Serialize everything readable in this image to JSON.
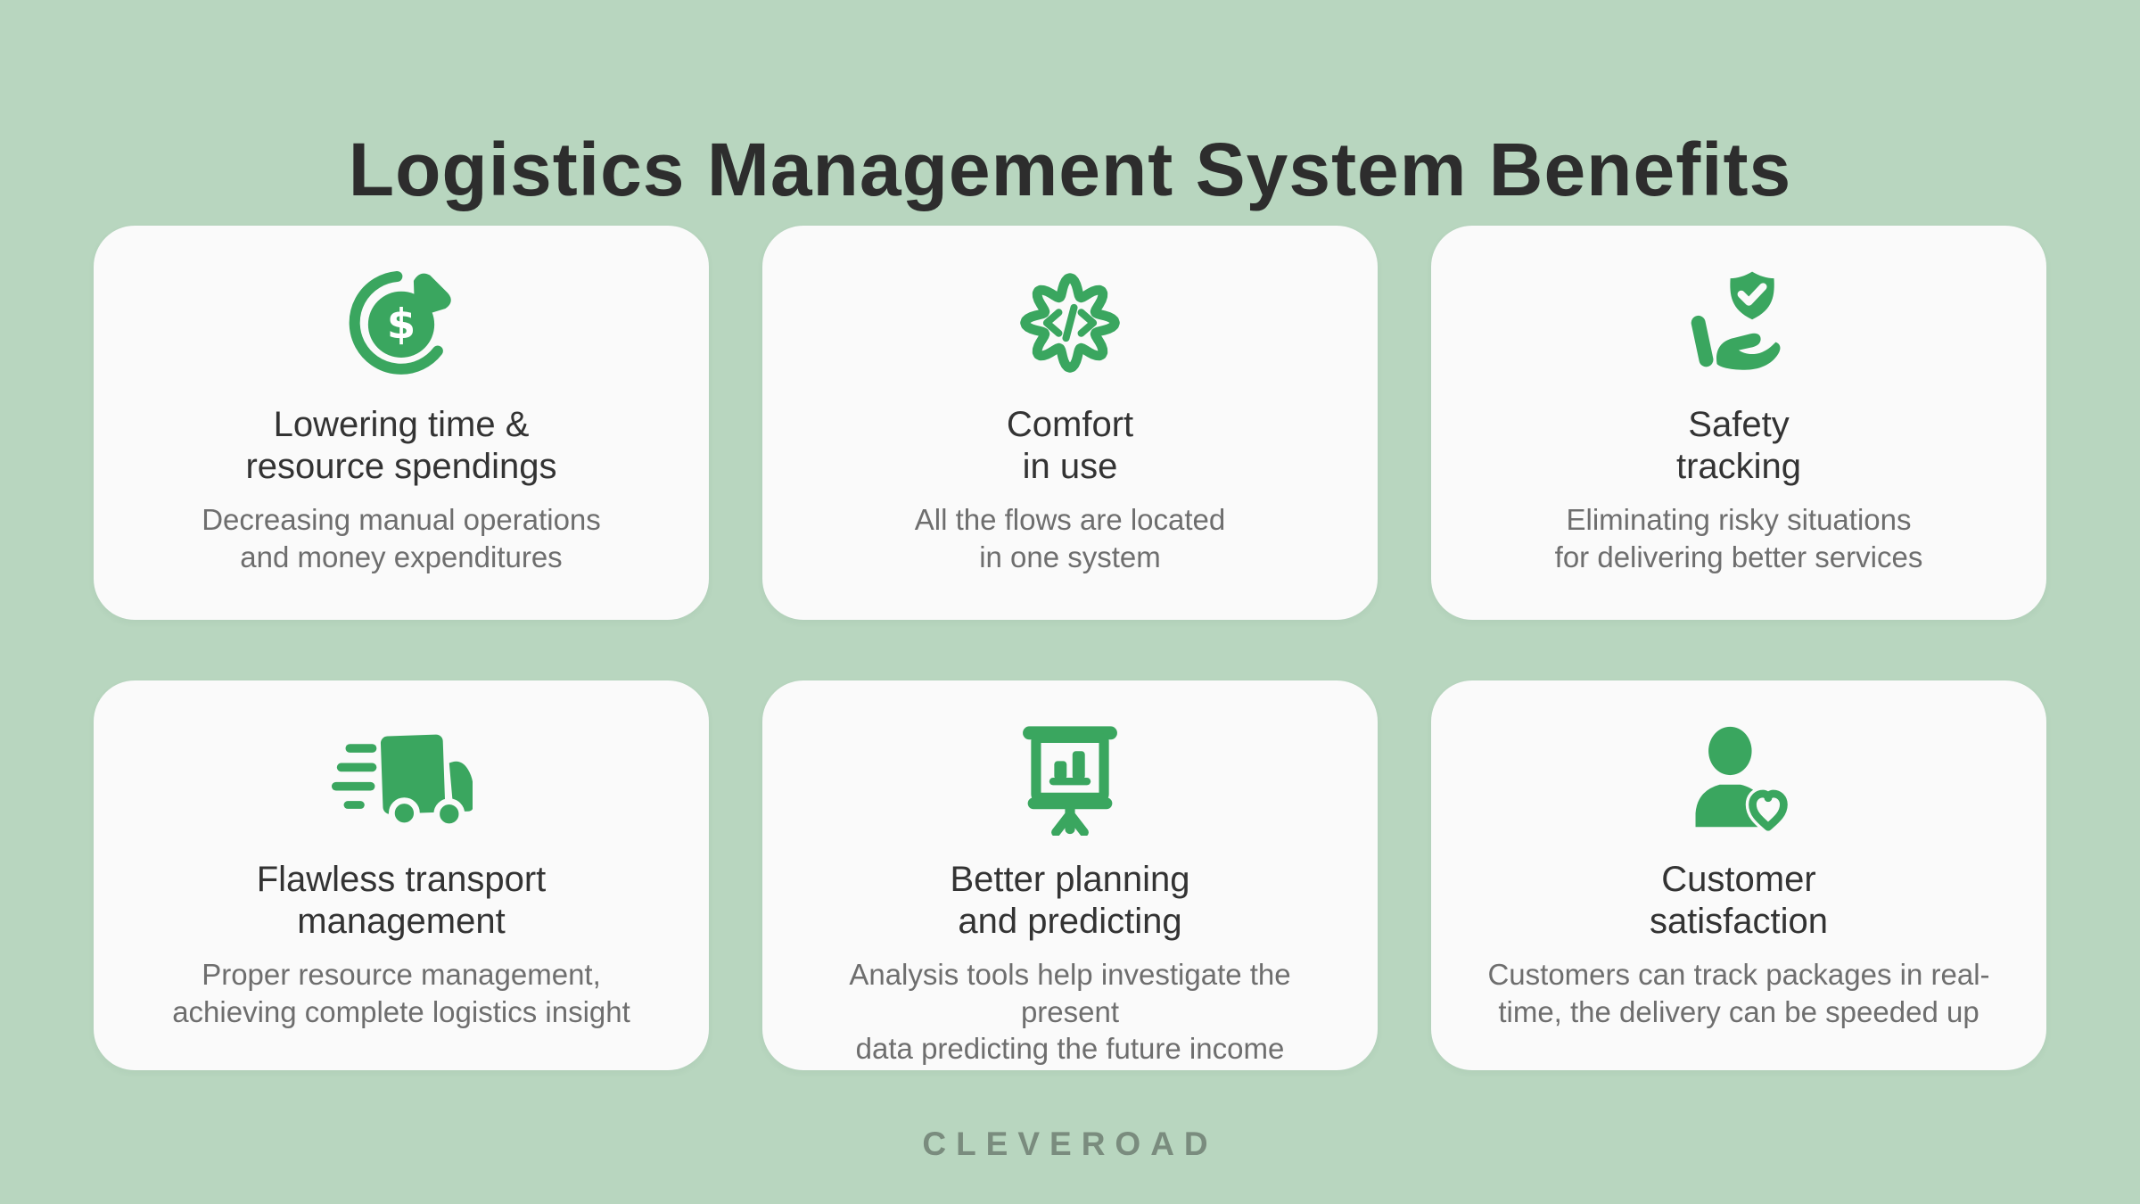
{
  "header": {
    "title": "Logistics Management System Benefits"
  },
  "colors": {
    "background": "#b8d6bf",
    "card": "#fafafa",
    "accent": "#3aa65f",
    "title": "#2d2d2d",
    "card_title": "#333333",
    "body_text": "#6e6e6e",
    "brand": "#7a8c7e"
  },
  "icons": {
    "dollar_glyph": "$"
  },
  "cards": [
    {
      "icon": "money-cycle-icon",
      "title": "Lowering time &\nresource spendings",
      "description": "Decreasing manual operations\nand money expenditures"
    },
    {
      "icon": "code-gear-icon",
      "title": "Comfort\nin use",
      "description": "All the flows are located\nin one system"
    },
    {
      "icon": "shield-hand-icon",
      "title": "Safety\ntracking",
      "description": "Eliminating risky situations\nfor delivering better services"
    },
    {
      "icon": "delivery-truck-icon",
      "title": "Flawless transport\nmanagement",
      "description": "Proper resource management,\nachieving complete logistics insight"
    },
    {
      "icon": "chart-presentation-icon",
      "title": "Better planning\nand predicting",
      "description": "Analysis tools help investigate the present\ndata predicting the future income"
    },
    {
      "icon": "customer-heart-icon",
      "title": "Customer\nsatisfaction",
      "description": "Customers can track packages in real-\ntime, the delivery can be speeded up"
    }
  ],
  "footer": {
    "brand": "CLEVEROAD"
  }
}
